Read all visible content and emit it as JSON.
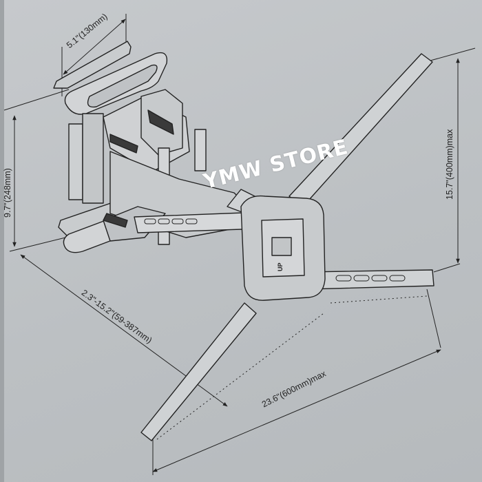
{
  "diagram": {
    "subject": "Full-motion TV wall mount bracket (articulating arm)",
    "watermark": "YMW STORE",
    "dimensions": {
      "wall_plate_width": "5.1\"(130mm)",
      "wall_plate_height": "9.7\"(248mm)",
      "extension_range": "2.3\"-15.2\"(59-387mm)",
      "vesa_height": "15.7\"(400mm)max",
      "vesa_width": "23.6\"(600mm)max"
    },
    "plate_marking": "UP",
    "colors": {
      "background": "#bfc2c5",
      "line": "#222222",
      "watermark": "#ffffff",
      "dark_fill": "#3a3a3a"
    }
  }
}
